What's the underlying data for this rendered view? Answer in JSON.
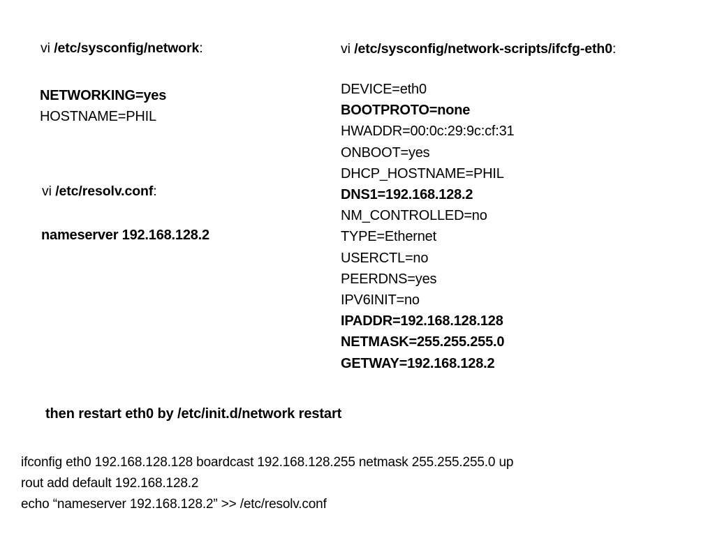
{
  "slide": {
    "background_color": "#ffffff",
    "text_color": "#000000"
  },
  "left_column": {
    "network_file": {
      "heading": {
        "command": "vi ",
        "path": "/etc/sysconfig/network",
        "colon": ":"
      },
      "lines": [
        {
          "text": "NETWORKING=yes",
          "bold": true
        },
        {
          "text": "HOSTNAME=PHIL",
          "bold": false
        }
      ]
    },
    "resolv_file": {
      "heading": {
        "command": "vi ",
        "path": "/etc/resolv.conf",
        "colon": ":"
      },
      "lines": [
        {
          "text": "nameserver 192.168.128.2",
          "bold": true
        }
      ]
    }
  },
  "right_column": {
    "ifcfg_file": {
      "heading": {
        "command": "vi ",
        "path": "/etc/sysconfig/network-scripts/ifcfg-eth0",
        "colon": ":"
      },
      "lines": [
        {
          "text": "DEVICE=eth0",
          "bold": false
        },
        {
          "text": "BOOTPROTO=none",
          "bold": true
        },
        {
          "text": "HWADDR=00:0c:29:9c:cf:31",
          "bold": false
        },
        {
          "text": "ONBOOT=yes",
          "bold": false
        },
        {
          "text": "DHCP_HOSTNAME=PHIL",
          "bold": false
        },
        {
          "text": "DNS1=192.168.128.2",
          "bold": true
        },
        {
          "text": "NM_CONTROLLED=no",
          "bold": false
        },
        {
          "text": "TYPE=Ethernet",
          "bold": false
        },
        {
          "text": "USERCTL=no",
          "bold": false
        },
        {
          "text": "PEERDNS=yes",
          "bold": false
        },
        {
          "text": "IPV6INIT=no",
          "bold": false
        },
        {
          "text": "IPADDR=192.168.128.128",
          "bold": true
        },
        {
          "text": "NETMASK=255.255.255.0",
          "bold": true
        },
        {
          "text": "GETWAY=192.168.128.2",
          "bold": true
        }
      ]
    }
  },
  "restart_note": {
    "text": "then restart eth0 by /etc/init.d/network restart"
  },
  "bottom_commands": {
    "lines": [
      "ifconfig eth0 192.168.128.128 boardcast 192.168.128.255 netmask 255.255.255.0 up",
      "rout add default 192.168.128.2",
      "echo “nameserver 192.168.128.2” >> /etc/resolv.conf"
    ]
  }
}
